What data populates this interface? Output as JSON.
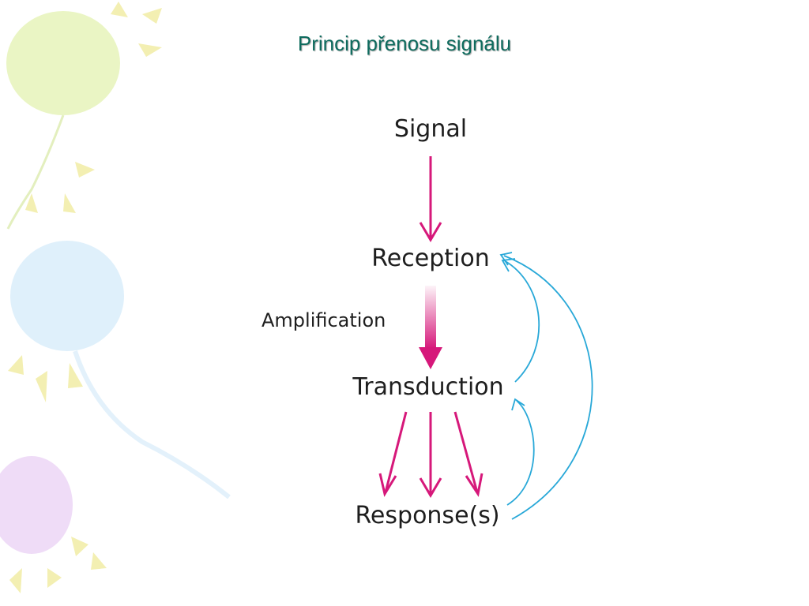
{
  "slide": {
    "title": "Princip přenosu signálu"
  },
  "diagram": {
    "nodes": {
      "signal": "Signal",
      "reception": "Reception",
      "transduction": "Transduction",
      "response": "Response(s)"
    },
    "amplification_label": "Amplification"
  },
  "colors": {
    "title": "#0e6b5e",
    "arrow_main": "#d6187a",
    "arrow_feedback": "#28a8d8",
    "balloon_green": "#eaf5c4",
    "balloon_blue": "#dff0fb",
    "balloon_purple": "#efdcf7",
    "rays_yellow": "#f3efb2"
  }
}
